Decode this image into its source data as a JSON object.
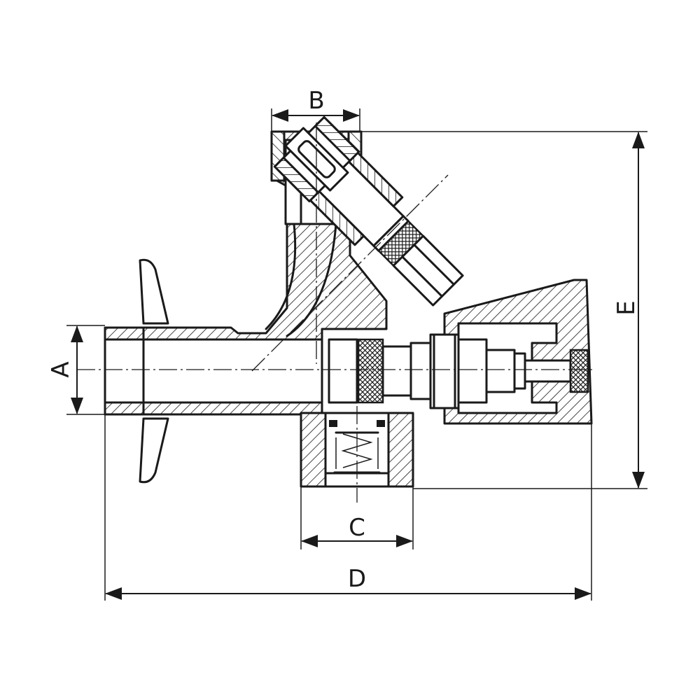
{
  "dimensions": {
    "a": "A",
    "b": "B",
    "c": "C",
    "d": "D",
    "e": "E"
  },
  "colors": {
    "line": "#1a1a1a",
    "background": "#ffffff"
  }
}
